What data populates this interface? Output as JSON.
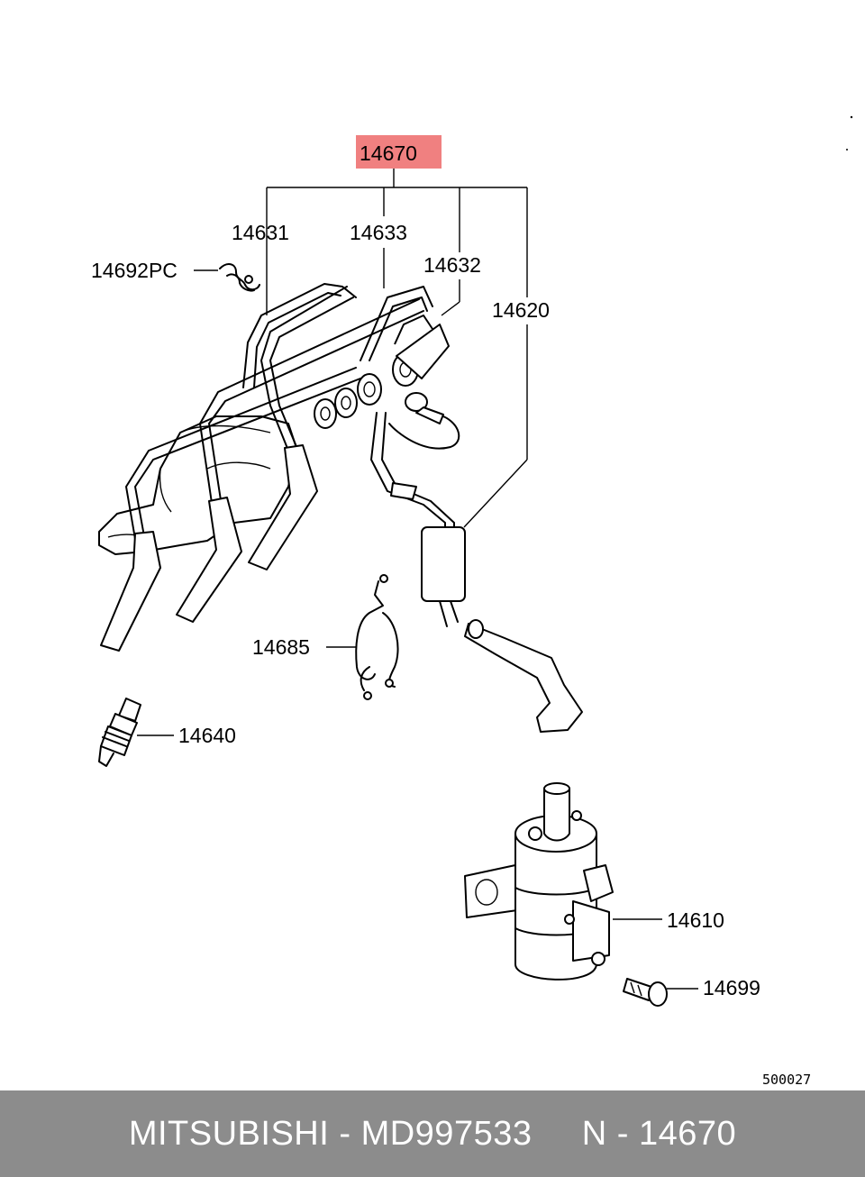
{
  "diagram": {
    "highlighted_part": "14670",
    "highlight_color": "#f08080",
    "callouts": {
      "p14631": "14631",
      "p14633": "14633",
      "p14632": "14632",
      "p14620": "14620",
      "p14692pc": "14692PC",
      "p14685": "14685",
      "p14640": "14640",
      "p14610": "14610",
      "p14699": "14699"
    },
    "figure_code": "500027"
  },
  "footer": {
    "text": "MITSUBISHI - MD997533     N - 14670",
    "background": "#8c8c8c"
  }
}
